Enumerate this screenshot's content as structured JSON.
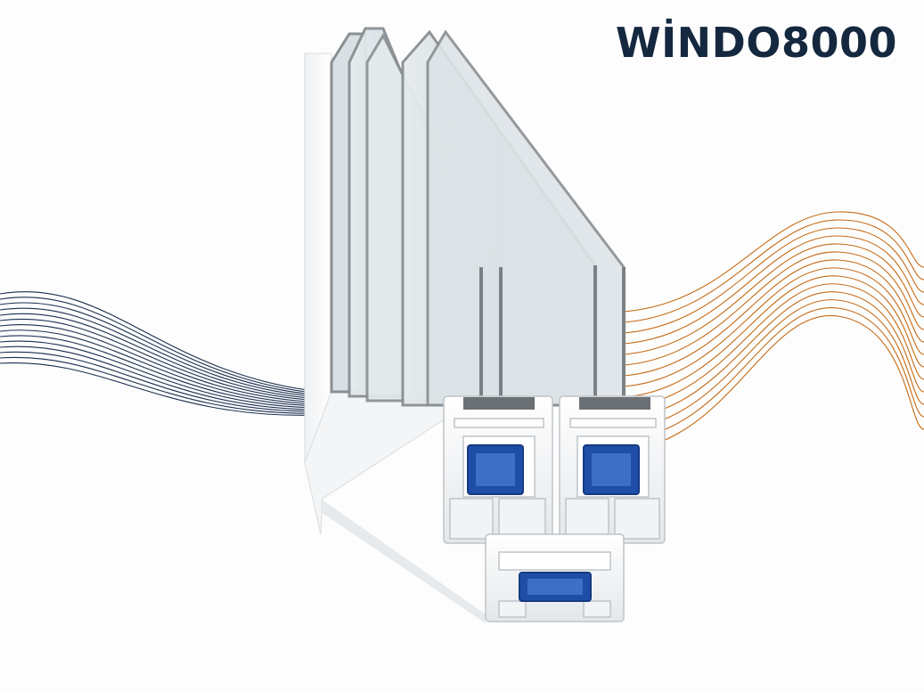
{
  "brand": {
    "name": "WİNDO8000",
    "color": "#14283f"
  },
  "illustration": {
    "subject": "pvc-window-profile-cross-section",
    "glazing_panes": 3,
    "wave_left_color": "#1a2e4f",
    "wave_right_color": "#c66a14",
    "reinforcement_color": "#1e4ea8"
  }
}
